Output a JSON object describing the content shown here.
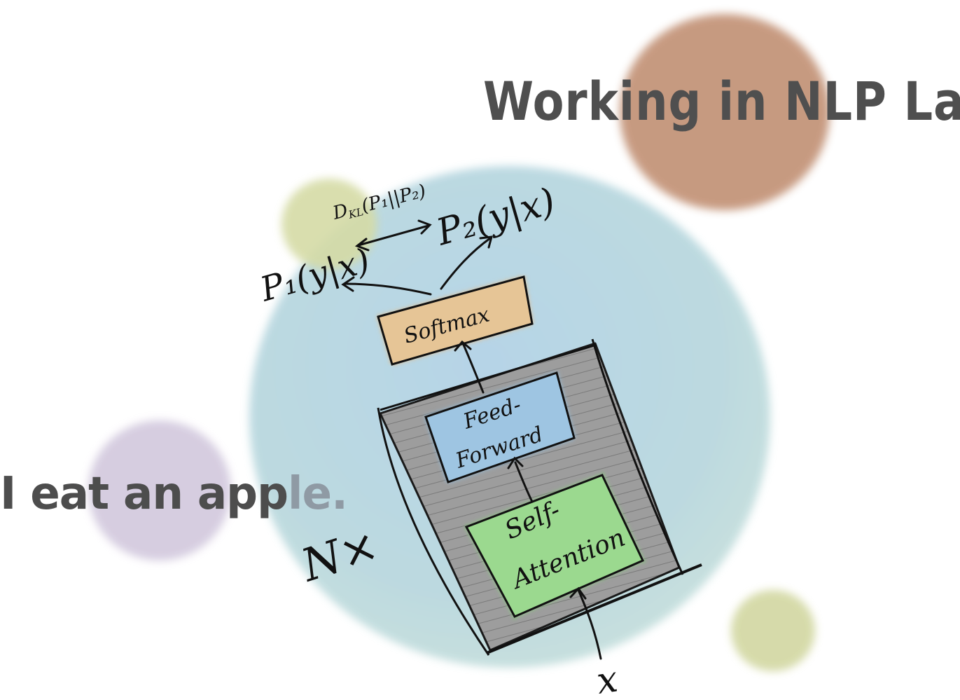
{
  "headline": "Working in NLP Lab",
  "sentence": {
    "main": "I eat an app",
    "faded": "le."
  },
  "diagram": {
    "kl_label": "D",
    "kl_sub": "KL",
    "kl_args": "(P₁||P₂)",
    "p1_label": "P₁(y|x)",
    "p2_label": "P₂(y|x)",
    "softmax_label": "Softmax",
    "ff_line1": "Feed-",
    "ff_line2": "Forward",
    "sa_line1": "Self-",
    "sa_line2": "Attention",
    "repeat_label": "N×",
    "input_label": "x"
  },
  "colors": {
    "big_circle": "#b5d3e4",
    "brown_circle": "#c4957a",
    "olive_circle": "#d6dcaa",
    "purple_circle": "#d6cde0",
    "small_olive_circle": "#d4d9a6",
    "stack_fill": "#9c9c9c",
    "softmax_fill": "#e7c79a",
    "ff_fill": "#9fc6e3",
    "sa_fill": "#9fdc94"
  }
}
